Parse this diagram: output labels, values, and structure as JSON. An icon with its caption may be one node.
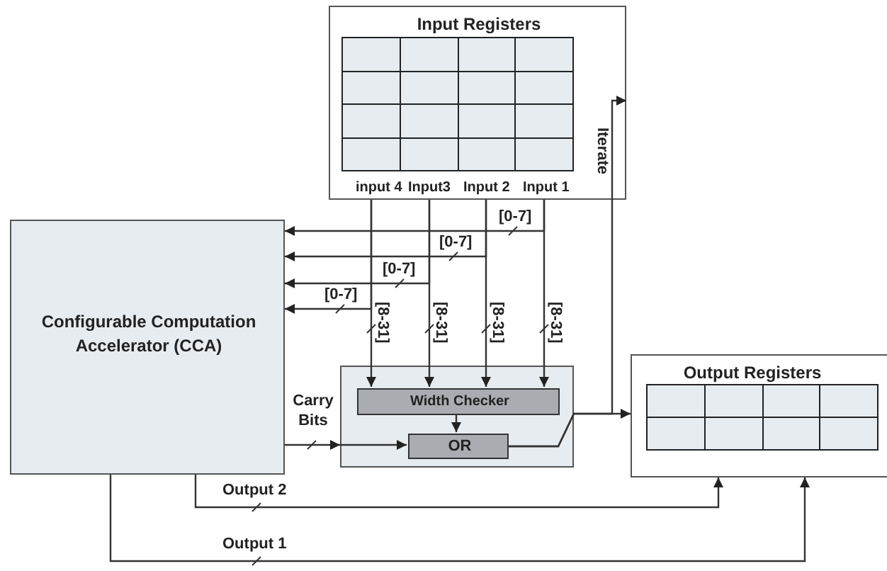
{
  "diagram": {
    "nodes": [
      {
        "text": [
          "Input Registers",
          "input 4",
          "Input3",
          "Input 2",
          "Input 1"
        ]
      },
      {
        "text": [
          "Configurable Computation Accelerator (CCA)"
        ]
      },
      {
        "text": [],
        "shape": "box"
      },
      {
        "text": [
          "Width Checker"
        ],
        "in": 2
      },
      {
        "text": [
          "OR"
        ],
        "in": 2
      },
      {
        "text": [
          "Output Registers"
        ]
      }
    ],
    "edges": [
      {
        "from": 0,
        "to": 1,
        "arrow": "to",
        "label": "[0-7]"
      },
      {
        "from": 0,
        "to": 1,
        "arrow": "to",
        "label": "[0-7]"
      },
      {
        "from": 0,
        "to": 1,
        "arrow": "to",
        "label": "[0-7]"
      },
      {
        "from": 0,
        "to": 1,
        "arrow": "to",
        "label": "[0-7]"
      },
      {
        "from": 0,
        "to": 3,
        "arrow": "to",
        "label": "[8-31]"
      },
      {
        "from": 0,
        "to": 3,
        "arrow": "to",
        "label": "[8-31]"
      },
      {
        "from": 0,
        "to": 3,
        "arrow": "to",
        "label": "[8-31]"
      },
      {
        "from": 0,
        "to": 3,
        "arrow": "to",
        "label": "[8-31]"
      },
      {
        "from": 3,
        "to": 4,
        "arrow": "to"
      },
      {
        "from": 1,
        "to": 4,
        "arrow": "to",
        "label": "Carry Bits"
      },
      {
        "from": 4,
        "to": 5,
        "arrow": "to"
      },
      {
        "from": 4,
        "to": 0,
        "arrow": "to",
        "label": "Iterate"
      },
      {
        "from": 1,
        "to": 5,
        "arrow": "to",
        "label": "Output 2"
      },
      {
        "from": 1,
        "to": 5,
        "arrow": "to",
        "label": "Output 1"
      }
    ]
  }
}
